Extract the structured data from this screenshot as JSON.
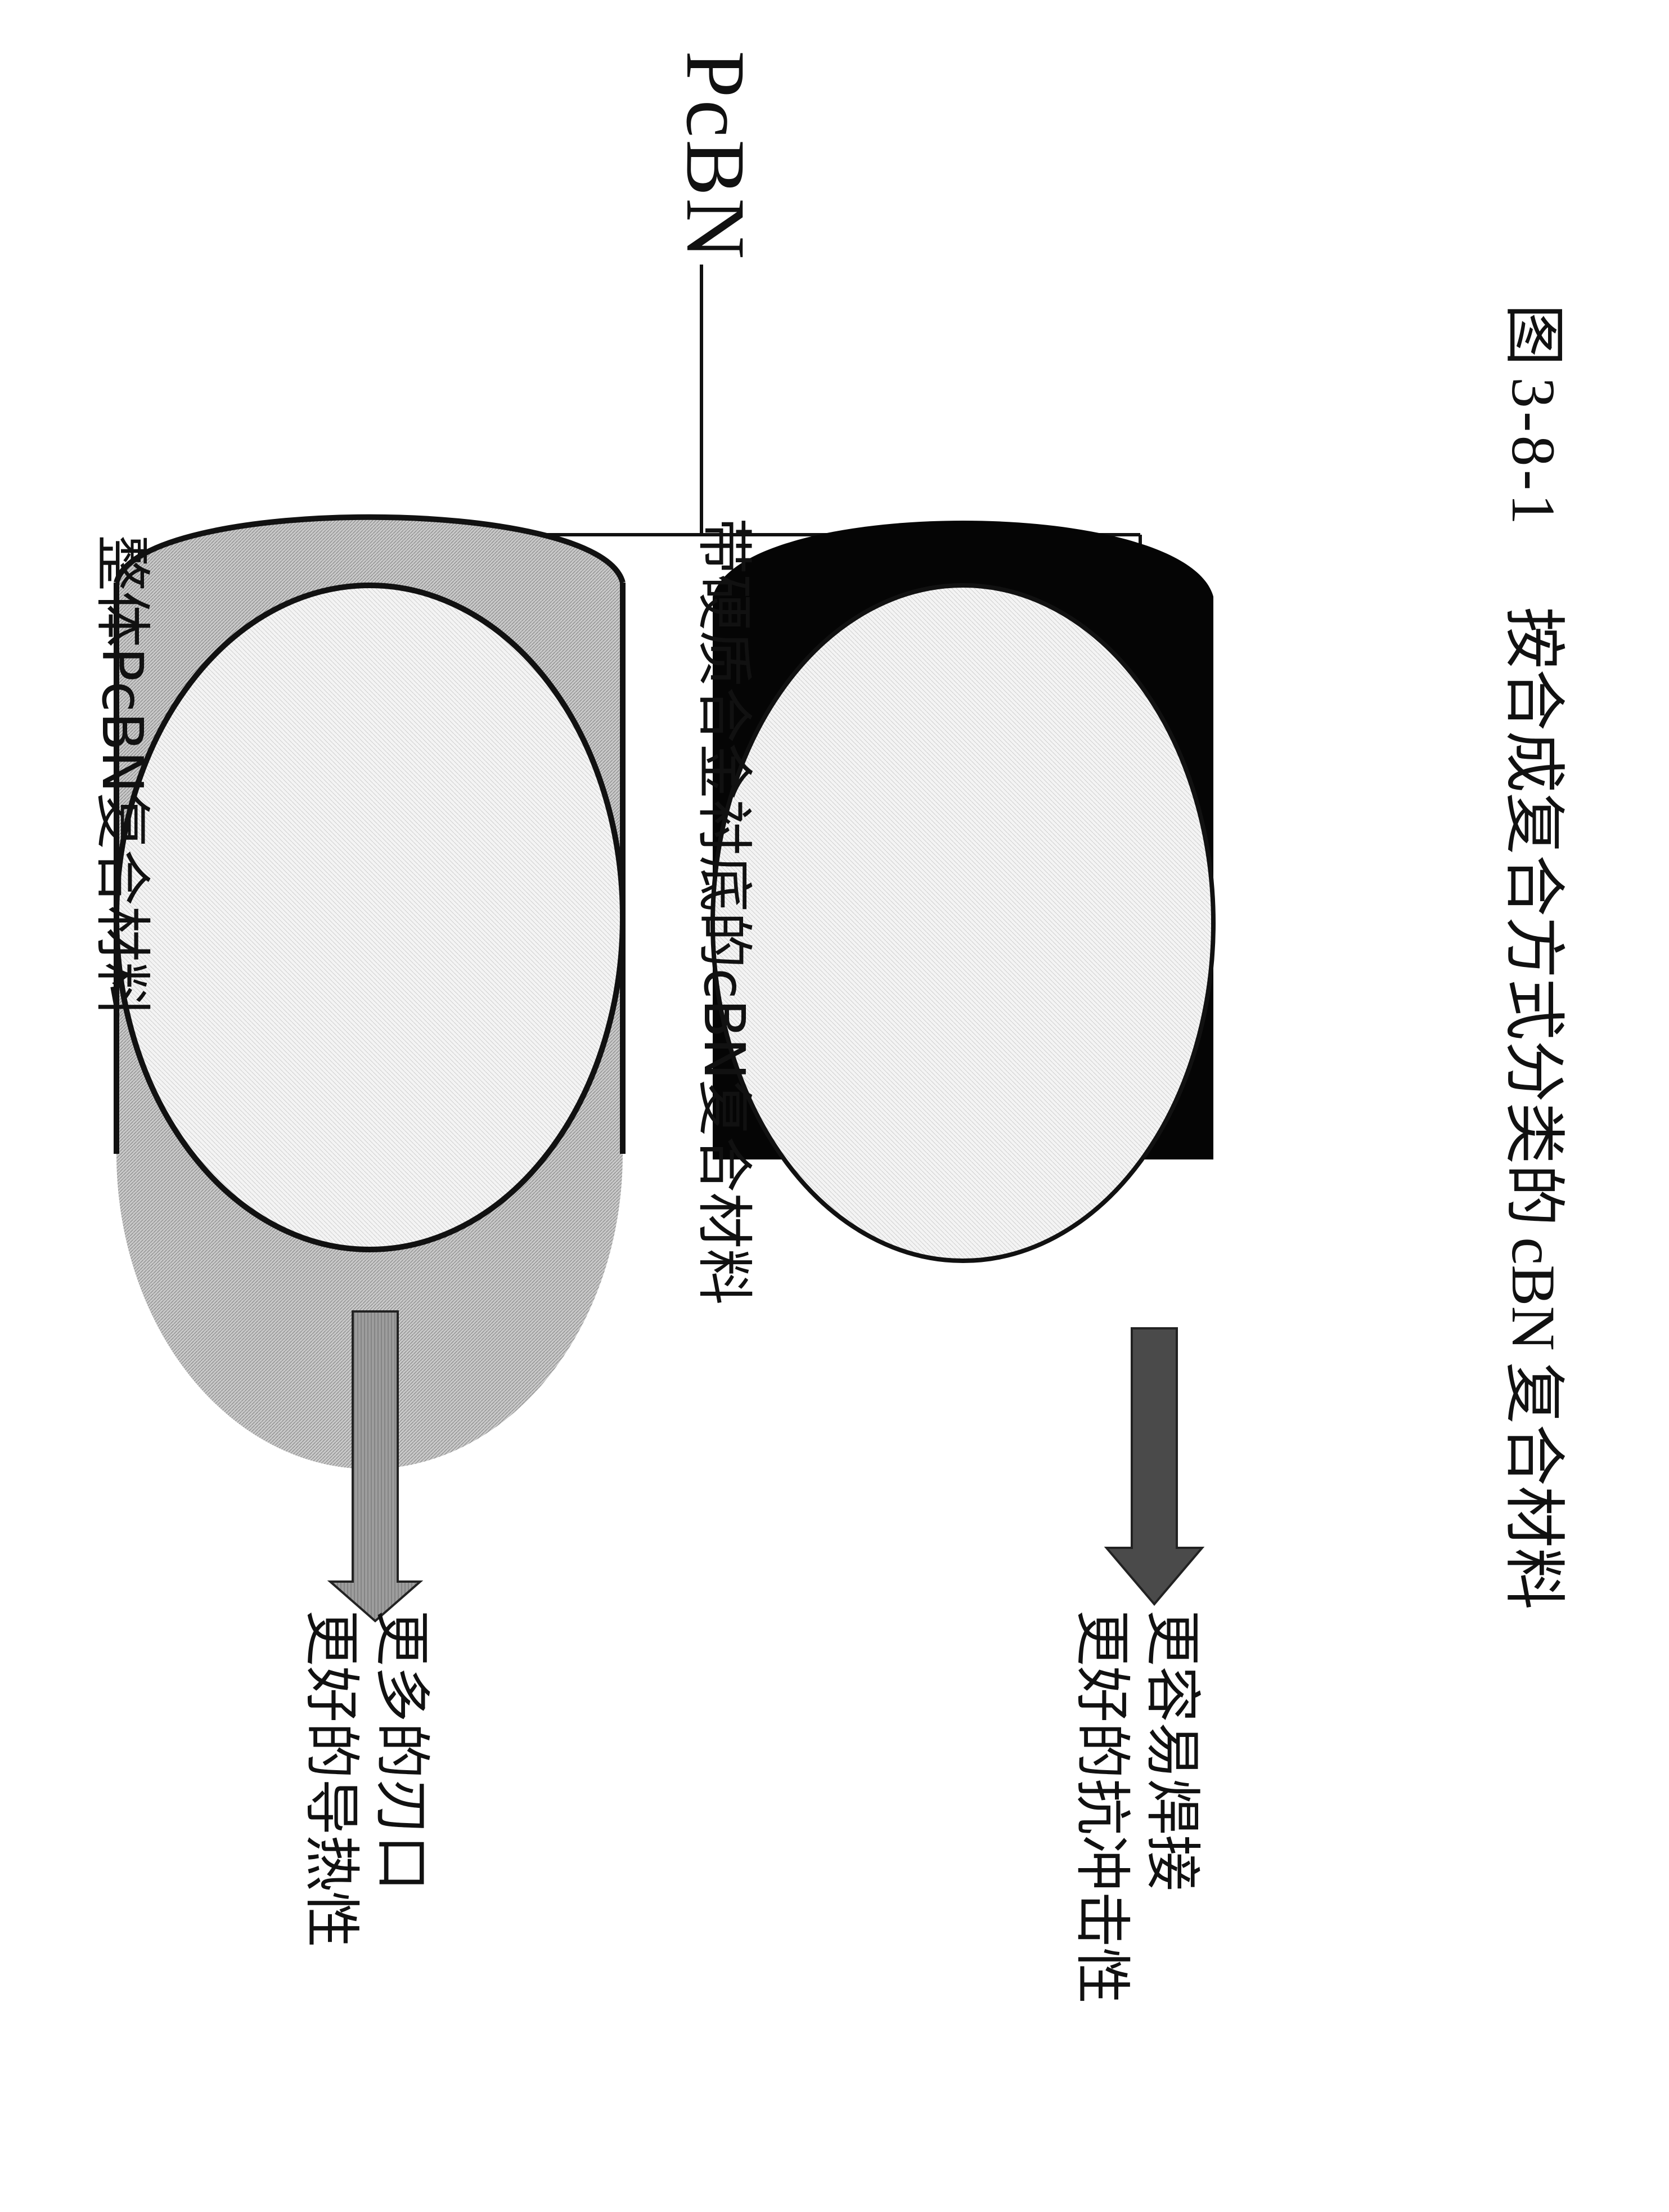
{
  "figure": {
    "root_node": "PcBN",
    "branches": [
      {
        "id": "monolithic",
        "label": "整体PcBN复合材料",
        "disc_style": "light-side",
        "benefits": [
          "更多的刃口",
          "更好的导热性"
        ]
      },
      {
        "id": "carbide-backed",
        "label": "带硬质合金衬底的cBN复合材料",
        "disc_style": "dark-side",
        "benefits": [
          "更容易焊接",
          "更好的抗冲击性"
        ]
      }
    ],
    "caption": {
      "prefix": "图",
      "number": "3-8-1",
      "text_before": "按合成复合方式分类的",
      "term": "cBN",
      "text_after": "复合材料"
    }
  },
  "colors": {
    "ink": "#111111",
    "paper": "#ffffff",
    "light_side": "#bdbdbd",
    "face": "#f2f2f2",
    "dark_side": "#050505",
    "arrow_light": "#9a9a9a",
    "arrow_dark": "#4a4a4a"
  }
}
